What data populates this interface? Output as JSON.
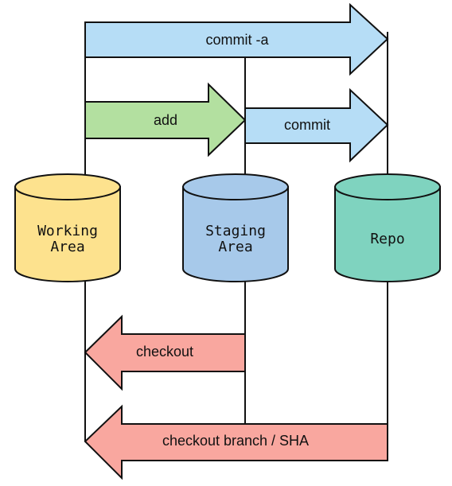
{
  "stores": {
    "working": {
      "line1": "Working",
      "line2": "Area",
      "color": "#FDE28E",
      "stroke": "#111111"
    },
    "staging": {
      "line1": "Staging",
      "line2": "Area",
      "color": "#A7C9EA",
      "stroke": "#111111"
    },
    "repo": {
      "label": "Repo",
      "color": "#7FD3BF",
      "stroke": "#111111"
    }
  },
  "arrows": {
    "commit_a": {
      "label": "commit -a",
      "color": "#B6DDF6"
    },
    "add": {
      "label": "add",
      "color": "#B3E0A0"
    },
    "commit": {
      "label": "commit",
      "color": "#B6DDF6"
    },
    "checkout": {
      "label": "checkout",
      "color": "#F9A79F"
    },
    "checkout_branch": {
      "label": "checkout branch / SHA",
      "color": "#F9A79F"
    }
  }
}
